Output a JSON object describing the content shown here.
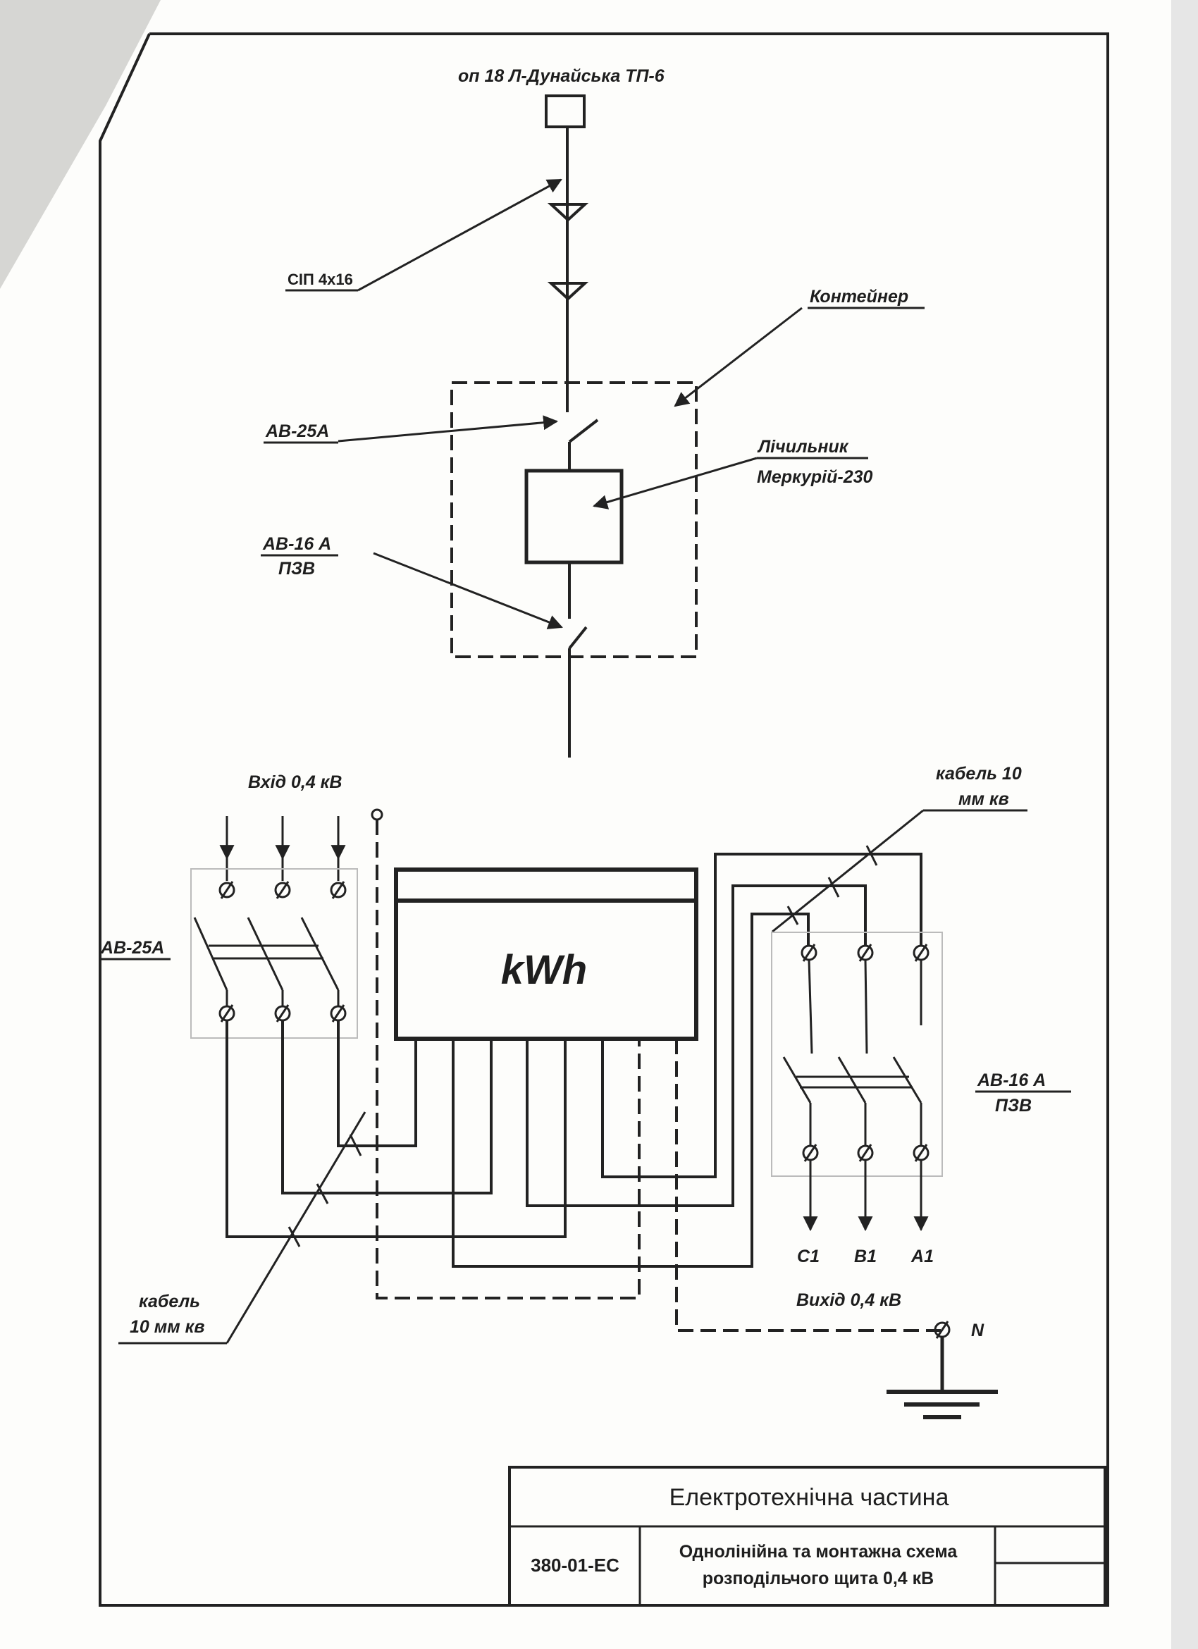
{
  "upper": {
    "source_label": "оп 18  Л-Дунайська   ТП-6",
    "cable_label": "СІП 4х16",
    "container_label": "Контейнер",
    "breaker_main_label": "АВ-25А",
    "meter_label_line1": "Лічильник",
    "meter_label_line2": "Меркурій-230",
    "breaker_rcd_line1": "АВ-16 А",
    "breaker_rcd_line2": "ПЗВ"
  },
  "lower": {
    "input_label": "Вхід 0,4 кВ",
    "breaker_main_label": "АВ-25А",
    "meter_display": "kWh",
    "cable_right_line1": "кабель  10",
    "cable_right_line2": "мм кв",
    "breaker_rcd_line1": "АВ-16 А",
    "breaker_rcd_line2": "ПЗВ",
    "outputs": [
      "С1",
      "В1",
      "А1"
    ],
    "output_label": "Вихід 0,4 кВ",
    "neutral_label": "N",
    "cable_left_line1": "кабель",
    "cable_left_line2": "10 мм кв"
  },
  "title_block": {
    "title": "Електротехнічна частина",
    "code": "380-01-ЕС",
    "description_line1": "Однолінійна та монтажна схема",
    "description_line2": "розподільчого щита 0,4 кВ"
  }
}
